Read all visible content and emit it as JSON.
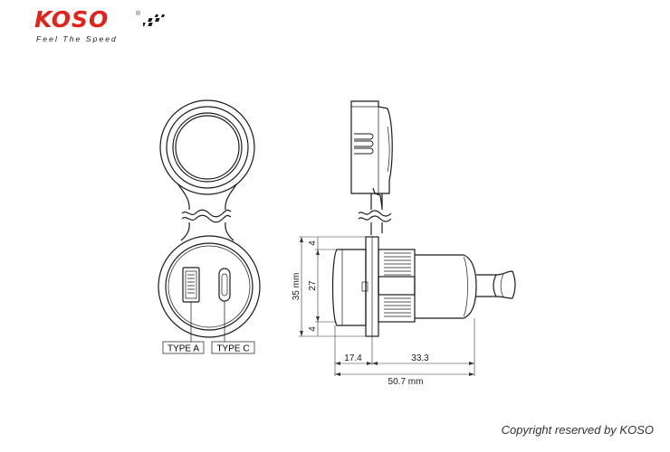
{
  "brand": {
    "name": "KOSO",
    "registered": "®",
    "tagline": "Feel The Speed",
    "color": "#e2231a"
  },
  "front_view": {
    "port_a_label": "TYPE A",
    "port_c_label": "TYPE C"
  },
  "side_view": {
    "dimensions": {
      "height_total": "35 mm",
      "height_inner": "27",
      "top_margin": "4",
      "bottom_margin": "4",
      "flange_depth": "17.4",
      "body_length": "33.3",
      "total_length": "50.7 mm"
    }
  },
  "footer": {
    "copyright": "Copyright reserved by KOSO"
  }
}
